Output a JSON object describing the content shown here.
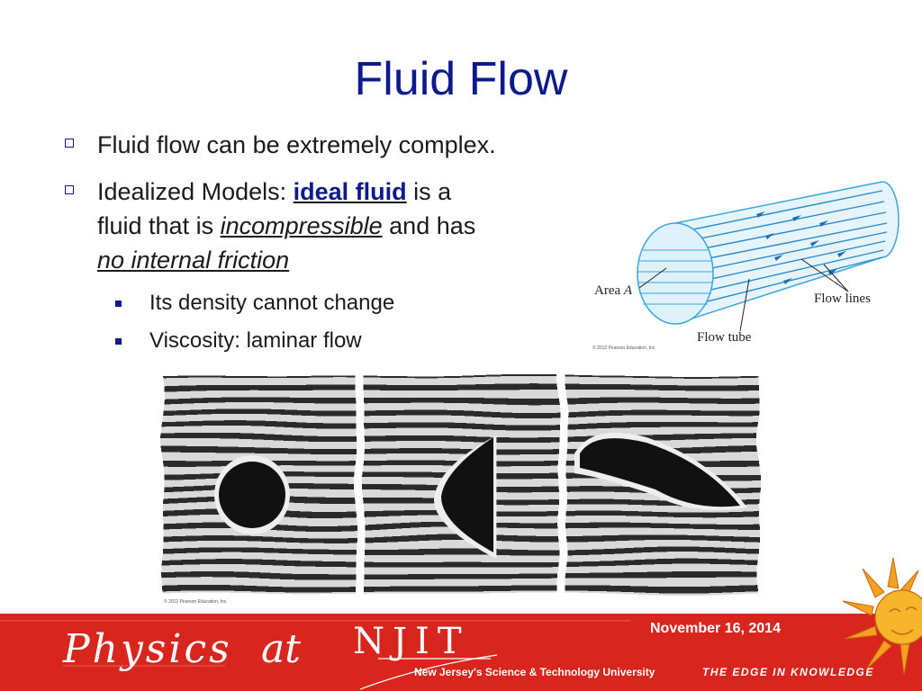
{
  "slide": {
    "title": "Fluid Flow",
    "bullets": [
      {
        "text": "Fluid flow can be extremely complex."
      },
      {
        "pre": "Idealized Models: ",
        "term": "ideal fluid",
        "mid1": " is a",
        "line2_pre": "fluid that is ",
        "em1": "incompressible",
        "mid2": " and has",
        "em2": "no internal friction"
      }
    ],
    "subbullets": [
      "Its density cannot change",
      "Viscosity: laminar flow"
    ]
  },
  "figure_tube": {
    "labels": {
      "area": "Area ",
      "area_var": "A",
      "flow_lines": "Flow lines",
      "flow_tube": "Flow tube"
    },
    "copyright": "© 2012 Pearson Education, Inc."
  },
  "figure_photos": {
    "copyright": "© 2012 Pearson Education, Inc."
  },
  "footer": {
    "date": "November 16, 2014",
    "physics": "Physics",
    "at": "at",
    "njit": "NJIT",
    "university": "New Jersey's Science & Technology University",
    "tagline": "THE EDGE IN KNOWLEDGE"
  },
  "colors": {
    "title": "#0d1a8c",
    "footer_bg": "#d8261e",
    "tube": "#3aa6e0",
    "sun": "#f5a020"
  },
  "icons": [
    "checkbox-bullet-icon",
    "square-bullet-icon",
    "sun-logo-icon"
  ]
}
